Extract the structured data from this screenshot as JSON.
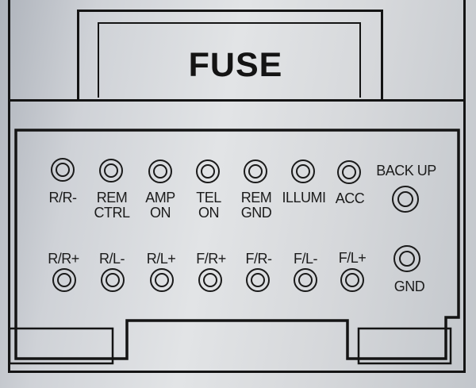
{
  "fuse": {
    "title": "FUSE"
  },
  "top_row": [
    {
      "key": "rr_minus",
      "lines": [
        "R/R-",
        ""
      ]
    },
    {
      "key": "rem_ctrl",
      "lines": [
        "REM",
        "CTRL"
      ]
    },
    {
      "key": "amp_on",
      "lines": [
        "AMP",
        "ON"
      ]
    },
    {
      "key": "tel_on",
      "lines": [
        "TEL",
        "ON"
      ]
    },
    {
      "key": "rem_gnd",
      "lines": [
        "REM",
        "GND"
      ]
    },
    {
      "key": "illumi",
      "lines": [
        "ILLUMI",
        ""
      ]
    },
    {
      "key": "acc",
      "lines": [
        "ACC",
        ""
      ]
    }
  ],
  "bottom_row": [
    {
      "key": "rr_plus",
      "label": "R/R+"
    },
    {
      "key": "rl_minus",
      "label": "R/L-"
    },
    {
      "key": "rl_plus",
      "label": "R/L+"
    },
    {
      "key": "fr_plus",
      "label": "F/R+"
    },
    {
      "key": "fr_minus",
      "label": "F/R-"
    },
    {
      "key": "fl_minus",
      "label": "F/L-"
    },
    {
      "key": "fl_plus",
      "label": "F/L+"
    }
  ],
  "right_column": {
    "backup": {
      "label": "BACK UP"
    },
    "gnd": {
      "label": "GND"
    }
  },
  "colors": {
    "ink": "#141414",
    "panel": "#e2e4e6"
  }
}
